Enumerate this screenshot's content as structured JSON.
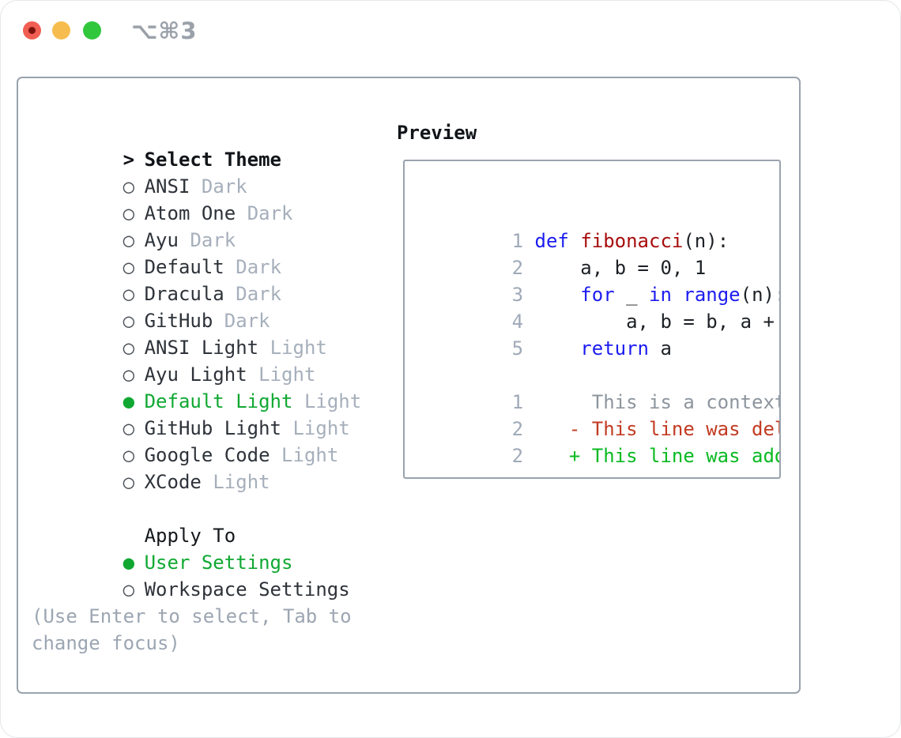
{
  "window": {
    "title_shortcut": "⌥⌘3",
    "traffic_lights": [
      "close",
      "minimize",
      "zoom"
    ]
  },
  "colors": {
    "selected_green": "#10a832",
    "added_green": "#09ba22",
    "deleted_red": "#c23b22",
    "keyword_blue": "#1c1cf0",
    "function_red": "#a80d0d",
    "muted_gray": "#a6afbb",
    "line_number_gray": "#9fa9b8",
    "border_gray": "#9aa3ad",
    "traffic_red": "#f15e52",
    "traffic_yellow": "#f6bd4e",
    "traffic_green": "#30c73c"
  },
  "theme_list": {
    "title_marker": "> ",
    "title": "Select Theme",
    "items": [
      {
        "marker": "○",
        "name": "ANSI",
        "variant": "Dark",
        "selected": false
      },
      {
        "marker": "○",
        "name": "Atom One",
        "variant": "Dark",
        "selected": false
      },
      {
        "marker": "○",
        "name": "Ayu",
        "variant": "Dark",
        "selected": false
      },
      {
        "marker": "○",
        "name": "Default",
        "variant": "Dark",
        "selected": false
      },
      {
        "marker": "○",
        "name": "Dracula",
        "variant": "Dark",
        "selected": false
      },
      {
        "marker": "○",
        "name": "GitHub",
        "variant": "Dark",
        "selected": false
      },
      {
        "marker": "○",
        "name": "ANSI Light",
        "variant": "Light",
        "selected": false
      },
      {
        "marker": "○",
        "name": "Ayu Light",
        "variant": "Light",
        "selected": false
      },
      {
        "marker": "●",
        "name": "Default Light",
        "variant": "Light",
        "selected": true
      },
      {
        "marker": "○",
        "name": "GitHub Light",
        "variant": "Light",
        "selected": false
      },
      {
        "marker": "○",
        "name": "Google Code",
        "variant": "Light",
        "selected": false
      },
      {
        "marker": "○",
        "name": "XCode",
        "variant": "Light",
        "selected": false
      }
    ]
  },
  "apply_to": {
    "heading": "Apply To",
    "items": [
      {
        "marker": "●",
        "label": "User Settings",
        "selected": true
      },
      {
        "marker": "○",
        "label": "Workspace Settings",
        "selected": false
      }
    ]
  },
  "help": {
    "line1": "(Use Enter to select, Tab to",
    "line2": "change focus)"
  },
  "preview": {
    "title": "Preview",
    "code": [
      {
        "segs": [
          {
            "t": "1 "
          },
          {
            "t": "def"
          },
          {
            "t": " "
          },
          {
            "t": "fibonacci"
          },
          {
            "t": "(n):"
          }
        ]
      },
      {
        "segs": [
          {
            "t": "2 "
          },
          {
            "t": "    a, b = 0, 1"
          }
        ]
      },
      {
        "segs": [
          {
            "t": "3 "
          },
          {
            "t": "    "
          },
          {
            "t": "for"
          },
          {
            "t": " _ "
          },
          {
            "t": "in"
          },
          {
            "t": " "
          },
          {
            "t": "range"
          },
          {
            "t": "(n):"
          }
        ]
      },
      {
        "segs": [
          {
            "t": "4 "
          },
          {
            "t": "        a, b = b, a + b"
          }
        ]
      },
      {
        "segs": [
          {
            "t": "5 "
          },
          {
            "t": "    "
          },
          {
            "t": "return"
          },
          {
            "t": " a"
          }
        ]
      }
    ],
    "diff": [
      {
        "num": "1",
        "text": "      This is a context line."
      },
      {
        "num": "2",
        "text": "    - This line was deleted."
      },
      {
        "num": "2",
        "text": "    + This line was added."
      }
    ]
  }
}
